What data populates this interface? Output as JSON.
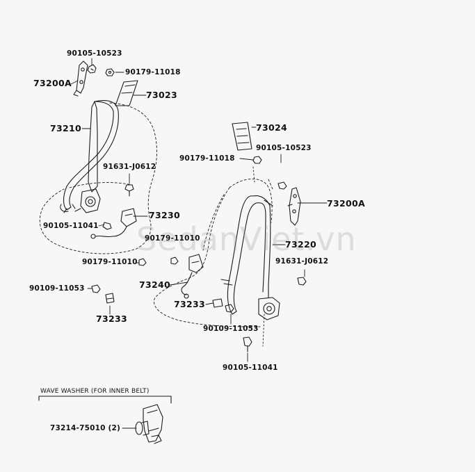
{
  "labels": {
    "l_90105_10523_a": "90105-10523",
    "l_73200A_a": "73200A",
    "l_90179_11018_a": "90179-11018",
    "l_73023": "73023",
    "l_73210": "73210",
    "l_91631_J0612_a": "91631-J0612",
    "l_73230": "73230",
    "l_90105_11041_a": "90105-11041",
    "l_90179_11010_a": "90179-11010",
    "l_90179_11010_b": "90179-11010",
    "l_90109_11053_a": "90109-11053",
    "l_73233_a": "73233",
    "l_73024": "73024",
    "l_90105_10523_b": "90105-10523",
    "l_90179_11018_b": "90179-11018",
    "l_73200A_b": "73200A",
    "l_73220": "73220",
    "l_91631_J0612_b": "91631-J0612",
    "l_73240": "73240",
    "l_73233_b": "73233",
    "l_90109_11053_b": "90109-11053",
    "l_90105_11041_b": "90105-11041",
    "l_73214_75010": "73214-75010 (2)"
  },
  "note": "WAVE WASHER (FOR INNER BELT)",
  "watermark": "SedanViet.vn",
  "colors": {
    "line": "#1a1a1a",
    "background": "#f7f7f7",
    "watermark": "#969696"
  }
}
